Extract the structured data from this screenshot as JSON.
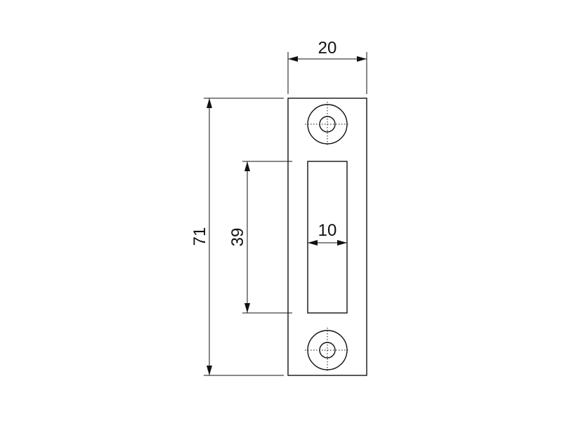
{
  "dimensions": {
    "width": "20",
    "height": "71",
    "slot_height": "39",
    "slot_width": "10"
  }
}
